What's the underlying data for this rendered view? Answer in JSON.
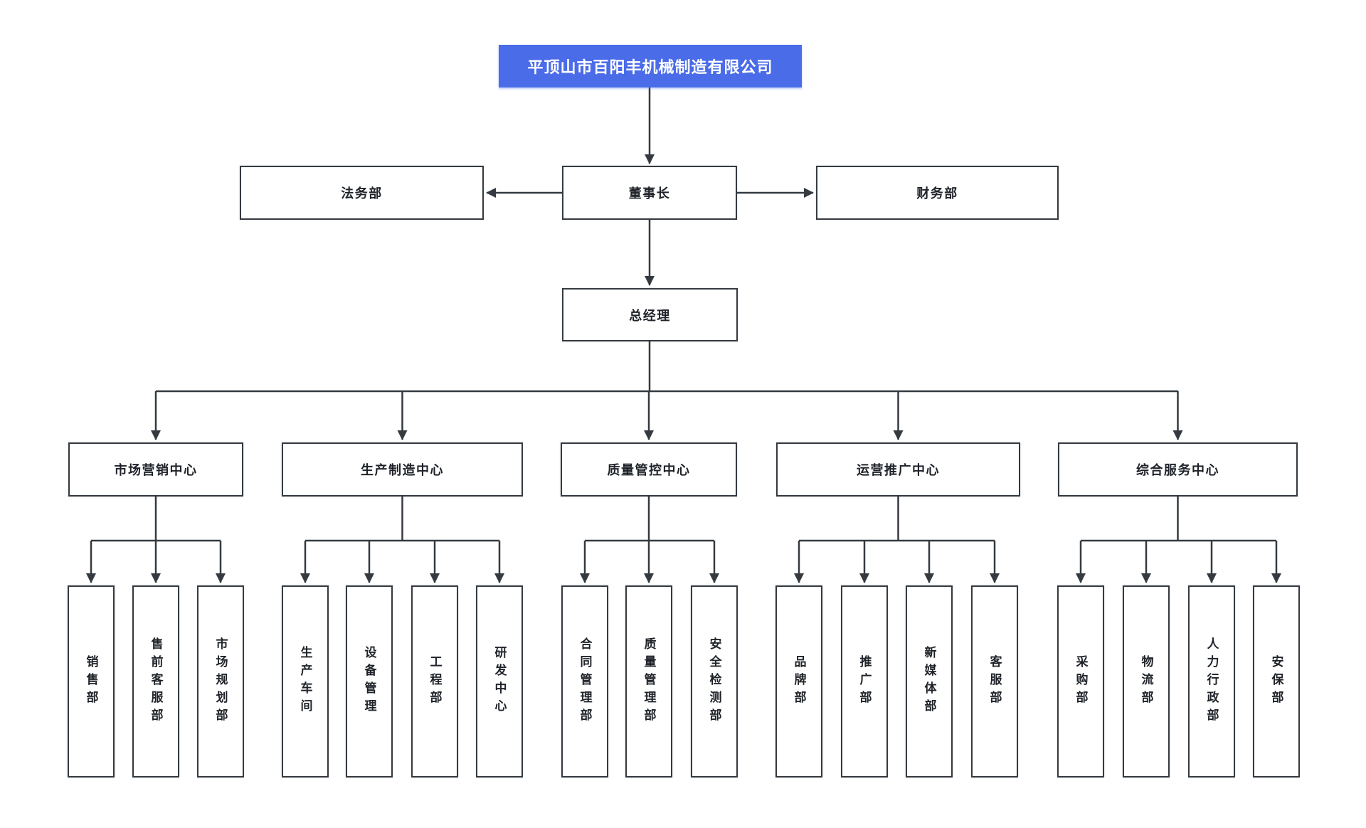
{
  "org": {
    "root": {
      "label": "平顶山市百阳丰机械制造有限公司"
    },
    "executives": {
      "legal": {
        "label": "法务部"
      },
      "chairman": {
        "label": "董事长"
      },
      "finance": {
        "label": "财务部"
      },
      "general_manager": {
        "label": "总经理"
      }
    },
    "centers": [
      {
        "label": "市场营销中心",
        "departments": [
          "销售部",
          "售前客服部",
          "市场规划部"
        ]
      },
      {
        "label": "生产制造中心",
        "departments": [
          "生产车间",
          "设备管理",
          "工程部",
          "研发中心"
        ]
      },
      {
        "label": "质量管控中心",
        "departments": [
          "合同管理部",
          "质量管理部",
          "安全检测部"
        ]
      },
      {
        "label": "运营推广中心",
        "departments": [
          "品牌部",
          "推广部",
          "新媒体部",
          "客服部"
        ]
      },
      {
        "label": "综合服务中心",
        "departments": [
          "采购部",
          "物流部",
          "人力行政部",
          "安保部"
        ]
      }
    ],
    "colors": {
      "root_bg": "#4a6ce8",
      "root_text": "#ffffff",
      "line": "#343a40",
      "box_border": "#343a40",
      "box_bg": "#ffffff",
      "text": "#1f2329"
    }
  }
}
